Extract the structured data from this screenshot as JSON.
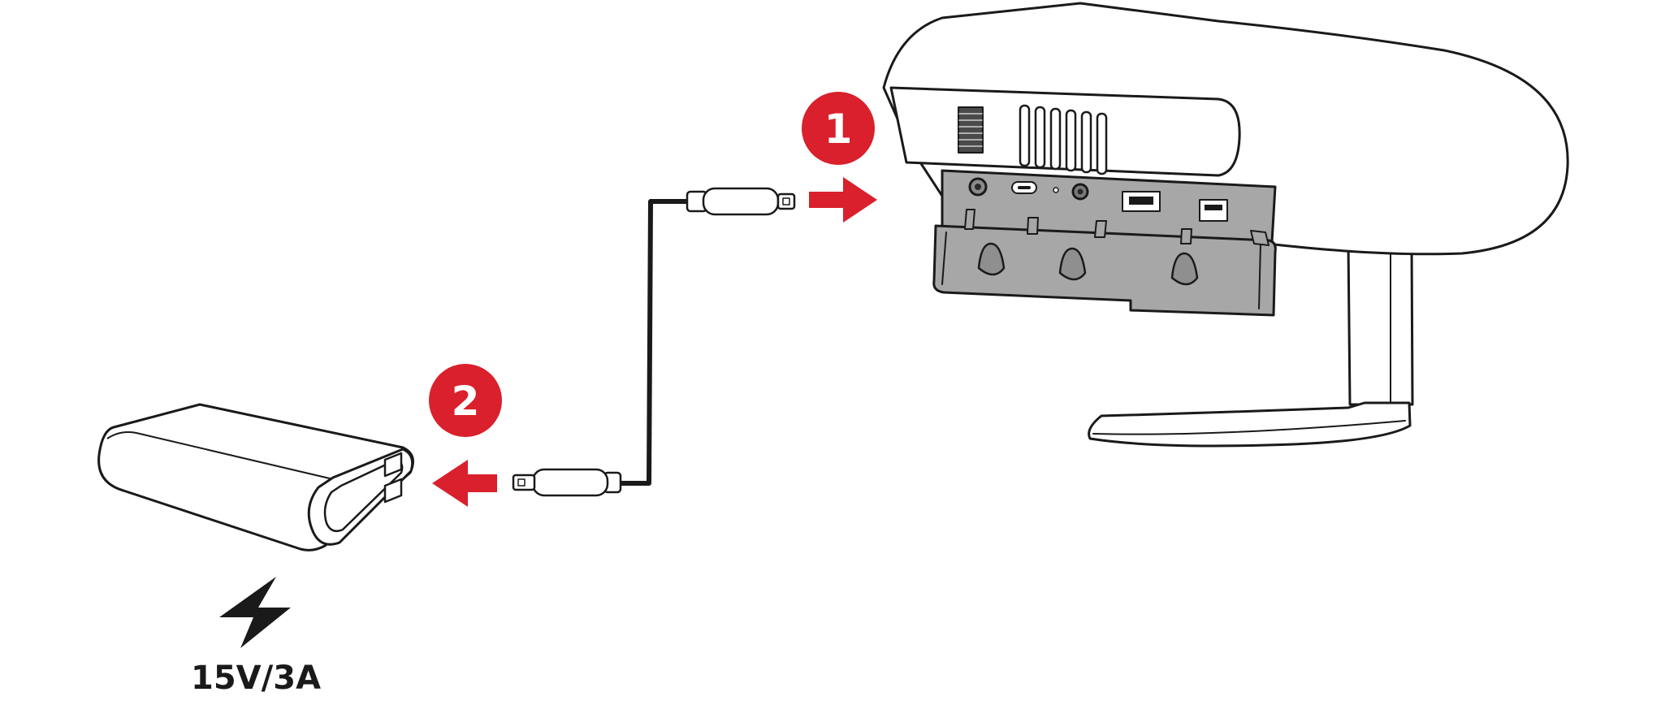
{
  "steps": [
    {
      "number": "1",
      "action": "connect-to-projector"
    },
    {
      "number": "2",
      "action": "connect-to-power-bank"
    }
  ],
  "power_spec": "15V/3A",
  "icons": {
    "step_arrow": "right-arrow-icon",
    "power": "lightning-bolt-icon"
  },
  "colors": {
    "accent_red": "#d9202c",
    "outline": "#1a1a1a",
    "port_panel": "#a7a7a7"
  }
}
